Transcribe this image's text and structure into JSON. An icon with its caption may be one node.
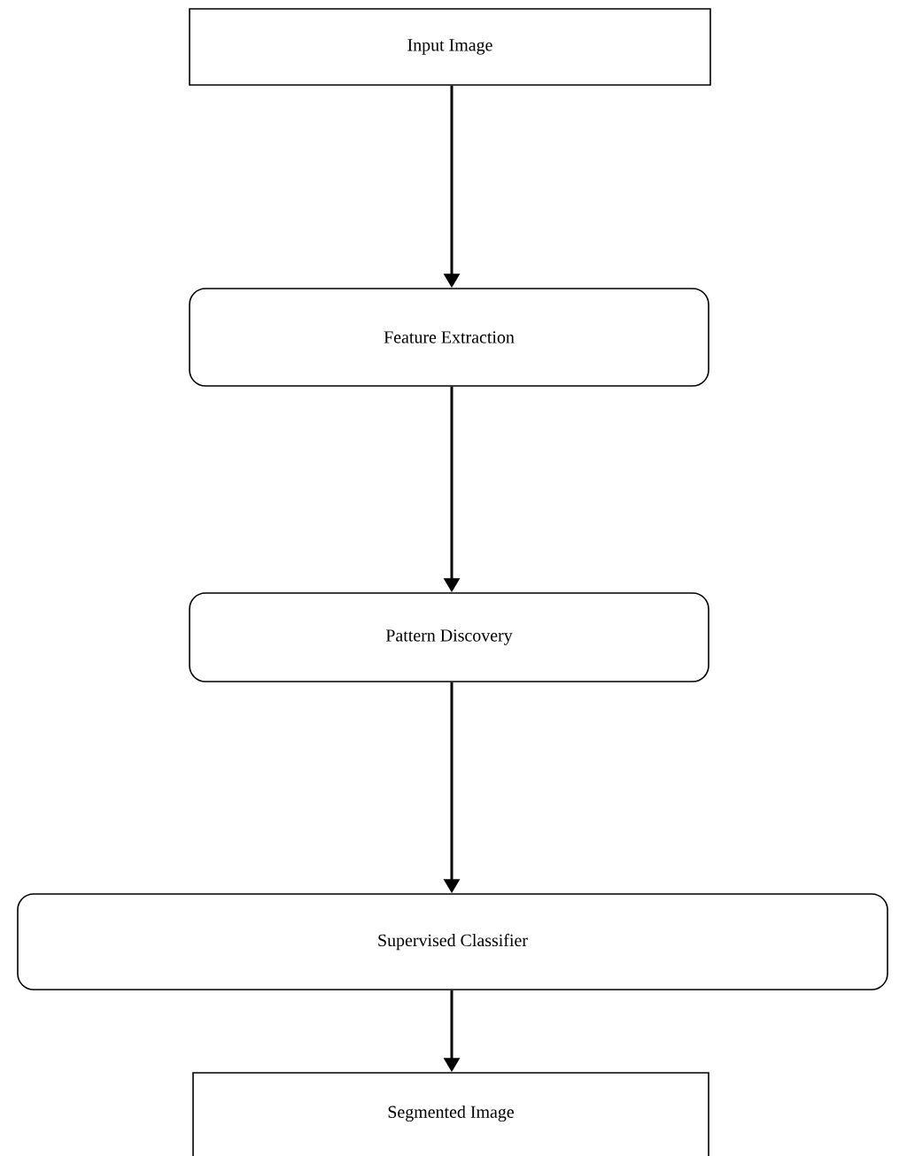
{
  "diagram": {
    "nodes": [
      {
        "text": [
          "Input Image"
        ]
      },
      {
        "text": [
          "Feature Extraction"
        ]
      },
      {
        "text": [
          "Pattern Discovery"
        ]
      },
      {
        "text": [
          "Supervised Classifier"
        ]
      },
      {
        "text": [
          "Segmented Image"
        ]
      }
    ],
    "edges": [
      {
        "from": 0,
        "to": 1,
        "arrow": "to"
      },
      {
        "from": 1,
        "to": 2,
        "arrow": "to"
      },
      {
        "from": 2,
        "to": 3,
        "arrow": "to"
      },
      {
        "from": 3,
        "to": 4,
        "arrow": "to"
      }
    ]
  }
}
